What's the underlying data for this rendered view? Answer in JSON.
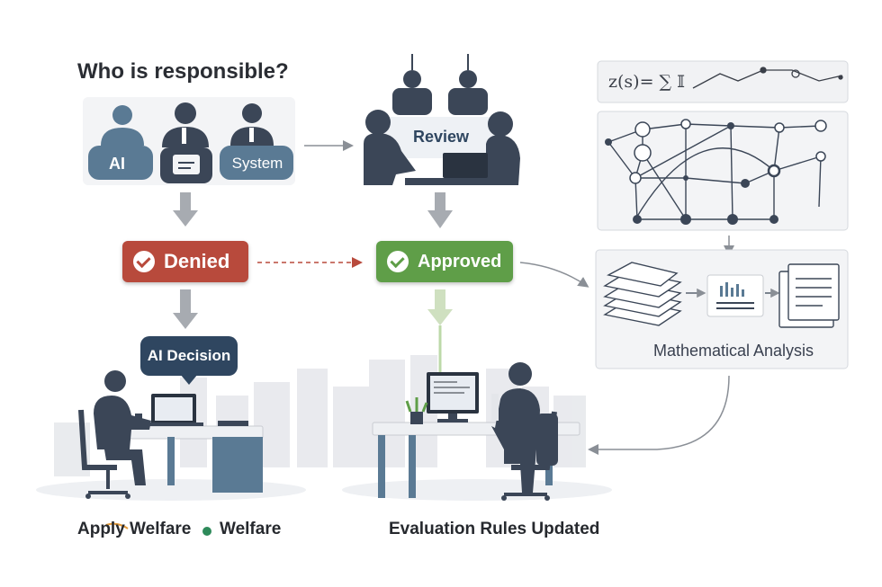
{
  "title": "Who is responsible?",
  "actors": {
    "ai_label": "AI",
    "system_label": "System"
  },
  "review_label": "Review",
  "decisions": {
    "denied_label": "Denied",
    "approved_label": "Approved"
  },
  "ai_decision_bubble": "AI Decision",
  "formula_text": "z(s)= ∑ 𝕀",
  "analysis_label": "Mathematical Analysis",
  "footer": {
    "left_text_1": "Apply Welfare",
    "left_text_2": "Welfare",
    "right_text": "Evaluation Rules Updated"
  },
  "colors": {
    "denied": "#b84a3c",
    "approved": "#5f9e48",
    "figure": "#3b4657",
    "box_blue": "#5a7a94",
    "dot_green": "#2e8a5a"
  }
}
